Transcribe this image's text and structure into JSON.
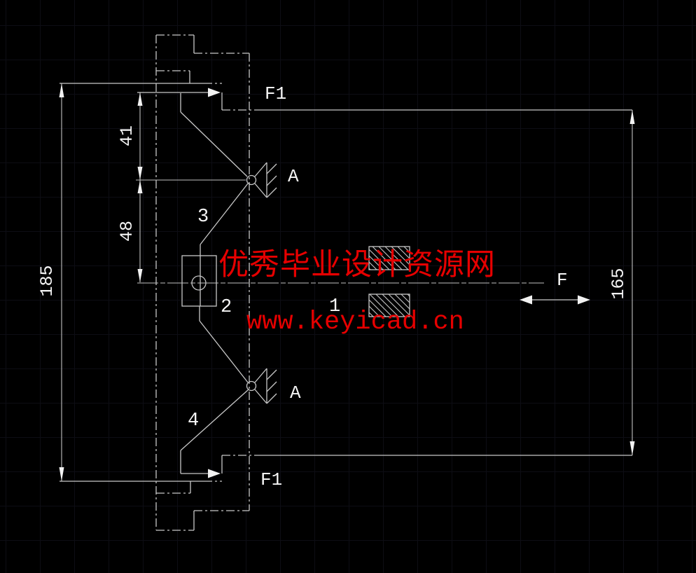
{
  "colors": {
    "background": "#000000",
    "grid": "#0d0d14",
    "line": "#c8c8c8",
    "text": "#f5f5f5",
    "watermark": "#e60000"
  },
  "dimensions": {
    "left_total": "185",
    "upper_offset": "41",
    "lower_offset": "48",
    "right_total": "165"
  },
  "forces": {
    "top": "F1",
    "bottom": "F1",
    "mid": "F"
  },
  "supports": {
    "top": "A",
    "bottom": "A"
  },
  "parts": {
    "slider": "1",
    "block": "2",
    "upper_link": "3",
    "lower_link": "4"
  },
  "watermark": {
    "line1": "优秀毕业设计资源网",
    "line2": "www.keyicad.cn"
  }
}
